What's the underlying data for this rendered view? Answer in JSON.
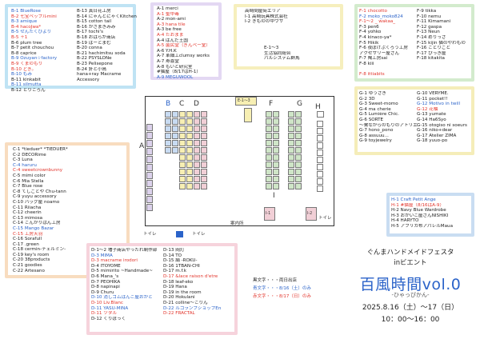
{
  "colors": {
    "blue": "#2b63c9",
    "red": "#e2352c",
    "green": "#cfe5c7",
    "yellow": "#f7efb3",
    "lightblue": "#c8dbf2",
    "violet": "#dcd2ec",
    "pink": "#f1cfd6"
  },
  "sections": {
    "b_left": [
      {
        "t": "B-1 BlueRose",
        "c": "blue"
      },
      {
        "t": "B-2 七宝ペップルmini",
        "c": "red"
      },
      {
        "t": "B-3 amique",
        "c": "blue"
      },
      {
        "t": "B-4 hacoJwa*",
        "c": "red"
      },
      {
        "t": "B-5 せんたくびより",
        "c": "blue"
      },
      {
        "t": "B-5 ＋1",
        "c": "red"
      },
      {
        "t": "B-6 plum tree",
        "c": "black"
      },
      {
        "t": "B-7 petit chouchou",
        "c": "black"
      },
      {
        "t": "B-8 caprice",
        "c": "black"
      },
      {
        "t": "B-9 Ozuyan☆factory",
        "c": "blue"
      },
      {
        "t": "B-9 くまのもり",
        "c": "red"
      },
      {
        "t": "B-10 どぎ。",
        "c": "red"
      },
      {
        "t": "B-10 もみ",
        "c": "blue"
      },
      {
        "t": "B-11 kinkabit",
        "c": "black"
      },
      {
        "t": "B-11 silmutta",
        "c": "blue"
      },
      {
        "t": "B-12 とりころん",
        "c": "black"
      }
    ],
    "b_right": [
      {
        "t": "B-13 真日花工房",
        "c": "black"
      },
      {
        "t": "B-14 にゃんとにゃくKitchen",
        "c": "black"
      },
      {
        "t": "B-15 cotton tail",
        "c": "black"
      },
      {
        "t": "B-16 かざまきみみ",
        "c": "black"
      },
      {
        "t": "B-17 tochi's",
        "c": "black"
      },
      {
        "t": "B-18 おはらか商店",
        "c": "black"
      },
      {
        "t": "B-19 はーとまむ",
        "c": "black"
      },
      {
        "t": "B-20 conna",
        "c": "black"
      },
      {
        "t": "B-21 hachimitsu soda",
        "c": "black"
      },
      {
        "t": "B-22 PSYSLONe",
        "c": "black"
      },
      {
        "t": "B-23 Pelisepone",
        "c": "black"
      },
      {
        "t": "B-24 針と小鳥",
        "c": "black"
      }
    ],
    "b_extra": [
      {
        "t": "hana+ray Macrame",
        "c": "black"
      },
      {
        "t": "Accessory",
        "c": "black"
      }
    ],
    "a": [
      {
        "t": "A-1 merci",
        "c": "black"
      },
      {
        "t": "A-1 聖中毒",
        "c": "red"
      },
      {
        "t": "A-2 mon-ami",
        "c": "black"
      },
      {
        "t": "A-3 hana tile",
        "c": "red"
      },
      {
        "t": "A-3 be free",
        "c": "black"
      },
      {
        "t": "A-4 たおまま",
        "c": "red"
      },
      {
        "t": "A-4 ばんだ王国",
        "c": "black"
      },
      {
        "t": "A-5 菌民堂（ぎんべー堂）",
        "c": "red"
      },
      {
        "t": "A-6 Y.H.K",
        "c": "black"
      },
      {
        "t": "A-7 革細工clumsy works",
        "c": "black"
      },
      {
        "t": "A-7 寿喜堂",
        "c": "black"
      },
      {
        "t": "A-8 もいと研究室",
        "c": "black"
      },
      {
        "t": "#猫屋（8/17はH-1）",
        "c": "black"
      },
      {
        "t": "A-9 MEGUWOOL",
        "c": "blue"
      }
    ],
    "e_top": [
      {
        "t": "高崎問屋街エリア",
        "c": "black"
      },
      {
        "t": "I-1 高崎玩具株式会社",
        "c": "black"
      },
      {
        "t": "I-2 きものの中ウサ",
        "c": "black"
      }
    ],
    "e_mid": [
      {
        "t": "E-1～3",
        "c": "black"
      },
      {
        "t": "生活協同組合",
        "c": "black"
      },
      {
        "t": "パルシステム群馬",
        "c": "black"
      }
    ],
    "f_left": [
      {
        "t": "F-1 chocotto",
        "c": "red"
      },
      {
        "t": "F-2 moko_moko824",
        "c": "blue"
      },
      {
        "t": "F-1～2 _ wakaa_",
        "c": "red"
      },
      {
        "t": "F-3 pen6",
        "c": "black"
      },
      {
        "t": "F-4 yohko",
        "c": "black"
      },
      {
        "t": "F-4 kinaco-ya*",
        "c": "black"
      },
      {
        "t": "F-5 Hikik",
        "c": "black"
      },
      {
        "t": "F-6 夜ぼけぶくろう工房",
        "c": "black"
      },
      {
        "t": "アクセサリー屋さん",
        "c": "black"
      },
      {
        "t": "F-7 陶工房sai",
        "c": "black"
      },
      {
        "t": "F-8 kiii",
        "c": "black"
      }
    ],
    "f_right": [
      {
        "t": "F-9 tikka",
        "c": "black"
      },
      {
        "t": "F-10 nemu",
        "c": "black"
      },
      {
        "t": "F-11 Kimamani",
        "c": "black"
      },
      {
        "t": "F-12 gaspa",
        "c": "black"
      },
      {
        "t": "F-13 Neun",
        "c": "black"
      },
      {
        "t": "F-14 めりっさ",
        "c": "black"
      },
      {
        "t": "F-15 kijin 猫のやわもの",
        "c": "black"
      },
      {
        "t": "F-16 ことりごと",
        "c": "black"
      },
      {
        "t": "F-17 ぴっき屋",
        "c": "black"
      },
      {
        "t": "F-18 kitakita",
        "c": "black"
      }
    ],
    "f_extra": [
      {
        "t": "F-8 ittiabits",
        "c": "red"
      }
    ],
    "g_left": [
      {
        "t": "G-1 ゆうさぎ",
        "c": "black"
      },
      {
        "t": "G-2 3D",
        "c": "black"
      },
      {
        "t": "G-3 Sweet-momo",
        "c": "black"
      },
      {
        "t": "G-4 ma cherie",
        "c": "black"
      },
      {
        "t": "G-5 Lumière Chic.",
        "c": "black"
      },
      {
        "t": "G-6 SORTE",
        "c": "black"
      },
      {
        "t": "〜鷺ながらのもりのアトリエ",
        "c": "black"
      },
      {
        "t": "G-7 hono_pono",
        "c": "black"
      },
      {
        "t": "G-8 assuuu...",
        "c": "black"
      },
      {
        "t": "G-9 toyjewelry",
        "c": "black"
      }
    ],
    "g_right": [
      {
        "t": "G-10 VERYME.",
        "c": "black"
      },
      {
        "t": "G-11 pocket!!",
        "c": "black"
      },
      {
        "t": "G-12 Motivo in twill",
        "c": "blue"
      },
      {
        "t": "G-12 花柚",
        "c": "red"
      },
      {
        "t": "G-13 yumate",
        "c": "black"
      },
      {
        "t": "G-14 Ha6Syo",
        "c": "black"
      },
      {
        "t": "G-15 otogiso ni soeurs",
        "c": "black"
      },
      {
        "t": "G-16 niko+dear",
        "c": "black"
      },
      {
        "t": "G-17 Atelier ZIMA",
        "c": "black"
      },
      {
        "t": "G-18 yuuo-po",
        "c": "black"
      }
    ],
    "c": [
      {
        "t": "C-1 *tieduer* *TIEDUER*",
        "c": "black"
      },
      {
        "t": "C-2 DECORime",
        "c": "black"
      },
      {
        "t": "C-3 Luna",
        "c": "black"
      },
      {
        "t": "C-4 haruru",
        "c": "blue"
      },
      {
        "t": "C-4 sweetcrownbunny",
        "c": "red"
      },
      {
        "t": "C-5 mimi color",
        "c": "black"
      },
      {
        "t": "C-6 Mia Stella",
        "c": "black"
      },
      {
        "t": "C-7 Blue rose",
        "c": "black"
      },
      {
        "t": "C-8 てしごとや   Chu-tann",
        "c": "black"
      },
      {
        "t": "C-9 yuyu accessory",
        "c": "black"
      },
      {
        "t": "C-10 バッグ屋   noamo",
        "c": "black"
      },
      {
        "t": "C-11 Riiacha",
        "c": "black"
      },
      {
        "t": "C-12 cheerin",
        "c": "black"
      },
      {
        "t": "C-13 mimosa",
        "c": "black"
      },
      {
        "t": "C-14 こんがりぱん工房",
        "c": "black"
      },
      {
        "t": "C-15 Mango Bazar",
        "c": "blue"
      },
      {
        "t": "C-15 工房天羽",
        "c": "red"
      },
      {
        "t": "C-16 Sorafull",
        "c": "black"
      },
      {
        "t": "C-17 .green",
        "c": "black"
      },
      {
        "t": "C-18 cermin-チェルミン-",
        "c": "black"
      },
      {
        "t": "C-19 key's room",
        "c": "black"
      },
      {
        "t": "C-20 38products",
        "c": "black"
      },
      {
        "t": "C-21 goodies",
        "c": "black"
      },
      {
        "t": "C-22 Artesano",
        "c": "black"
      }
    ],
    "d_left": [
      {
        "t": "D-1～2 増子商店やったれ制作部",
        "c": "black"
      },
      {
        "t": "D-3 MIMA",
        "c": "blue"
      },
      {
        "t": "D-3 macrame irodori",
        "c": "red"
      },
      {
        "t": "D-4 ITOYOME",
        "c": "black"
      },
      {
        "t": "D-5 mimirito ~Handmade~",
        "c": "black"
      },
      {
        "t": "D-6 Mana_'s",
        "c": "black"
      },
      {
        "t": "D-7 PEOHIKA",
        "c": "black"
      },
      {
        "t": "D-8 napinapi",
        "c": "black"
      },
      {
        "t": "D-9 Churu",
        "c": "black"
      },
      {
        "t": "D-10 消しゴムはんこ屋おかと",
        "c": "blue"
      },
      {
        "t": "D-10 Liv.Blanc",
        "c": "red"
      },
      {
        "t": "D-11 YASU-MINA",
        "c": "blue"
      },
      {
        "t": "D-11 ツタル",
        "c": "red"
      },
      {
        "t": "D-12 くりぼっく",
        "c": "black"
      }
    ],
    "d_right": [
      {
        "t": "D-13 岡灯",
        "c": "black"
      },
      {
        "t": "D-14 TO",
        "c": "black"
      },
      {
        "t": "D-15 絹 -ROKU-",
        "c": "black"
      },
      {
        "t": "D-16 1TBAN-CHI",
        "c": "black"
      },
      {
        "t": "D-17 m.f.k",
        "c": "black"
      },
      {
        "t": "D-17 &lace raison d'etre",
        "c": "red"
      },
      {
        "t": "D-18 leaf-eko",
        "c": "black"
      },
      {
        "t": "D-19 Hana",
        "c": "black"
      },
      {
        "t": "D-19 in the room",
        "c": "black"
      },
      {
        "t": "D-20 Hokulani",
        "c": "black"
      },
      {
        "t": "D-21 colline〜こりん",
        "c": "black"
      },
      {
        "t": "D-22 ルコランプショップEn",
        "c": "blue"
      },
      {
        "t": "D-22 FRACTAL",
        "c": "red"
      }
    ],
    "h": [
      {
        "t": "H-1 Craft Petit Ange",
        "c": "blue"
      },
      {
        "t": "H-1 #猫屋（8/16はA-9）",
        "c": "red"
      },
      {
        "t": "H-2 Navy Blue Wardrobe",
        "c": "black"
      },
      {
        "t": "H-3 おかいこ屋さんNISHIKI",
        "c": "black"
      },
      {
        "t": "H-4 HARYTO",
        "c": "black"
      },
      {
        "t": "H-5 アフリカ布アパレルMaua",
        "c": "black"
      }
    ]
  },
  "map": {
    "letters": {
      "a": "A",
      "b": "B",
      "c": "C",
      "d": "D",
      "e": "E",
      "f": "F",
      "g": "G",
      "h": "H",
      "i": "I"
    },
    "e_label": "E-1～3",
    "i1": "I-1",
    "i2": "I-2",
    "toilet": "トイレ",
    "info": "案内所"
  },
  "legend": {
    "black": "黒文字・・・両日出店",
    "blue": "青文字・・・8/16（土）のみ",
    "red": "赤文字・・・8/17（日）のみ"
  },
  "event": {
    "line1": "ぐんまハンドメイドフェスタ",
    "line2": "inビエント",
    "name": "百風時間vol.0",
    "reading": "-ひゃっぴかん-",
    "date": "2025.8.16（土）〜17（日）",
    "time": "10：00〜16：00"
  }
}
